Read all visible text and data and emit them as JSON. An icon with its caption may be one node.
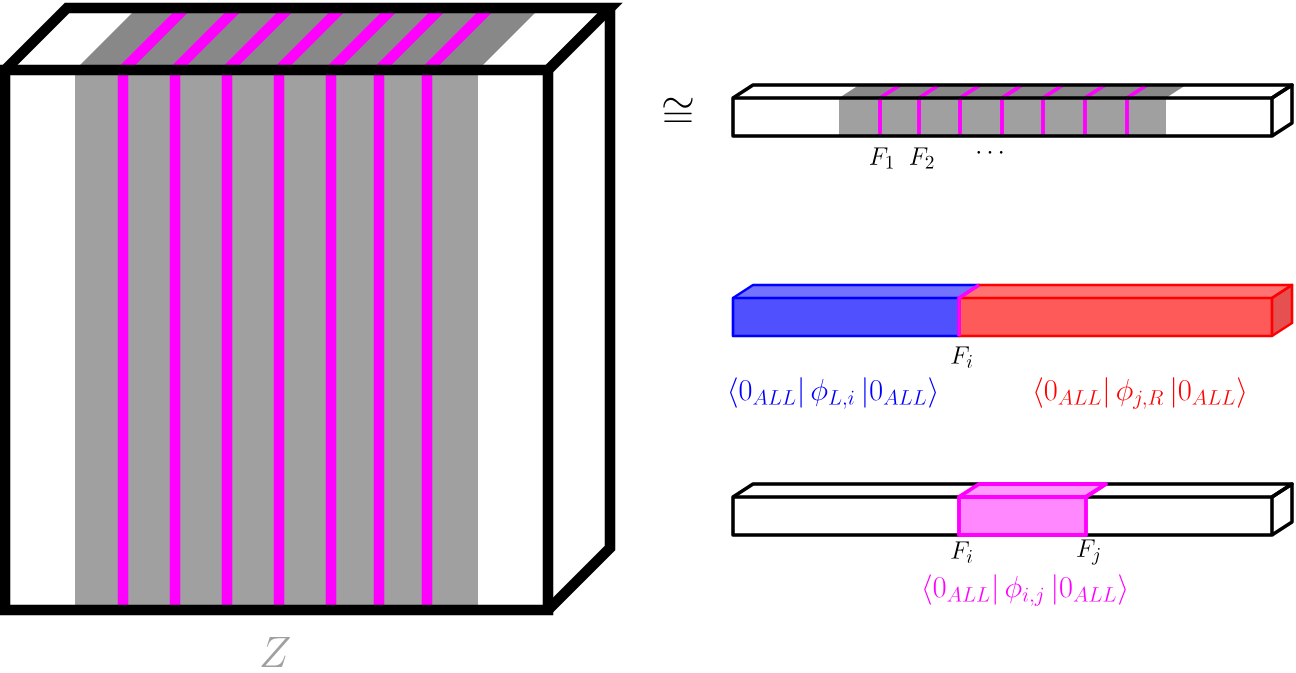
{
  "diagram": {
    "labels": [
      "\\cong",
      "F_1",
      "F_2",
      "\\cdots",
      "F_i",
      "\\langle 0_{ALL}|\\, \\phi_{L,i}\\, |0_{ALL}\\rangle",
      "\\langle 0_{ALL}|\\, \\phi_{j,R}\\, |0_{ALL}\\rangle",
      "F_i",
      "F_j",
      "\\langle 0_{ALL}|\\, \\phi_{i,j}\\, |0_{ALL}\\rangle",
      "Z"
    ]
  }
}
